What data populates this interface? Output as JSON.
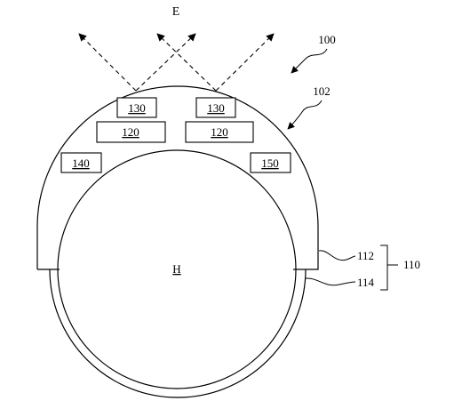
{
  "labels": {
    "E": "E",
    "H": "H",
    "ref_100": "100",
    "ref_102": "102",
    "ref_110": "110",
    "ref_112": "112",
    "ref_114": "114"
  },
  "components": {
    "c130": "130",
    "c120": "120",
    "c140": "140",
    "c150": "150"
  }
}
